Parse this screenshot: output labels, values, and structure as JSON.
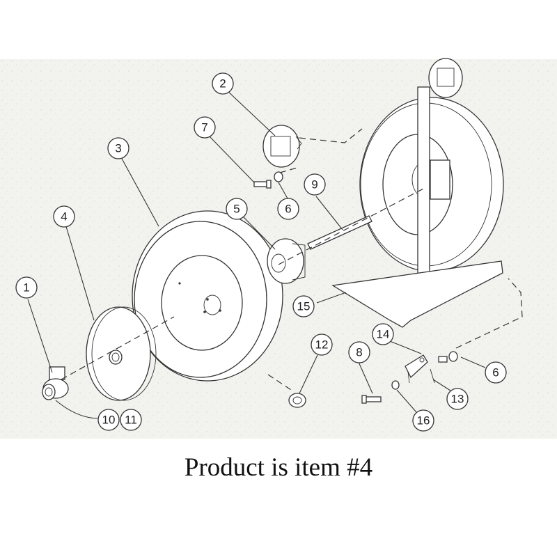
{
  "caption": "Product is item #4",
  "colors": {
    "background_panel": "#f2f2ee",
    "line": "#333333"
  },
  "callouts": [
    "1",
    "2",
    "3",
    "4",
    "5",
    "6",
    "6",
    "7",
    "8",
    "9",
    "10",
    "11",
    "12",
    "13",
    "14",
    "15",
    "16"
  ]
}
